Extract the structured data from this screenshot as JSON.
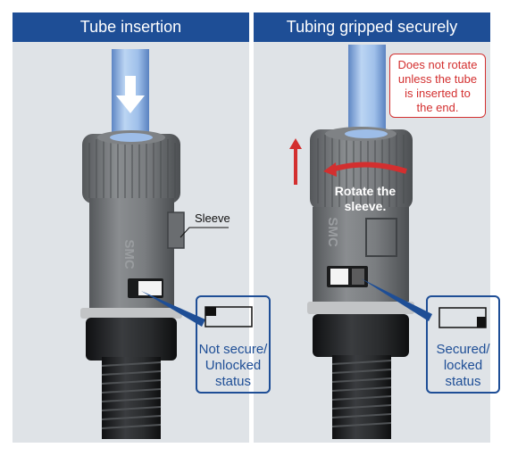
{
  "panels": [
    {
      "title": "Tube insertion",
      "sleeve_label": "Sleeve",
      "status_lines": [
        "Not secure/",
        "Unlocked",
        "status"
      ]
    },
    {
      "title": "Tubing gripped securely",
      "note_lines": [
        "Does not rotate",
        "unless the tube",
        "is inserted to",
        "the end."
      ],
      "rotate_lines": [
        "Rotate the",
        "sleeve."
      ],
      "status_lines": [
        "Secured/",
        "locked",
        "status"
      ]
    }
  ],
  "brand_text": "SMC",
  "colors": {
    "header_blue": "#1e4e96",
    "note_red": "#d32f2f",
    "panel_bg": "#dfe3e7",
    "body_gray": "#6e7174",
    "nut_black": "#1f2022",
    "tube_blue": "#8fb6e6"
  },
  "icons": [
    "down-arrow-icon",
    "up-arrow-icon",
    "rotate-arrow-icon",
    "pointer-line-icon"
  ]
}
